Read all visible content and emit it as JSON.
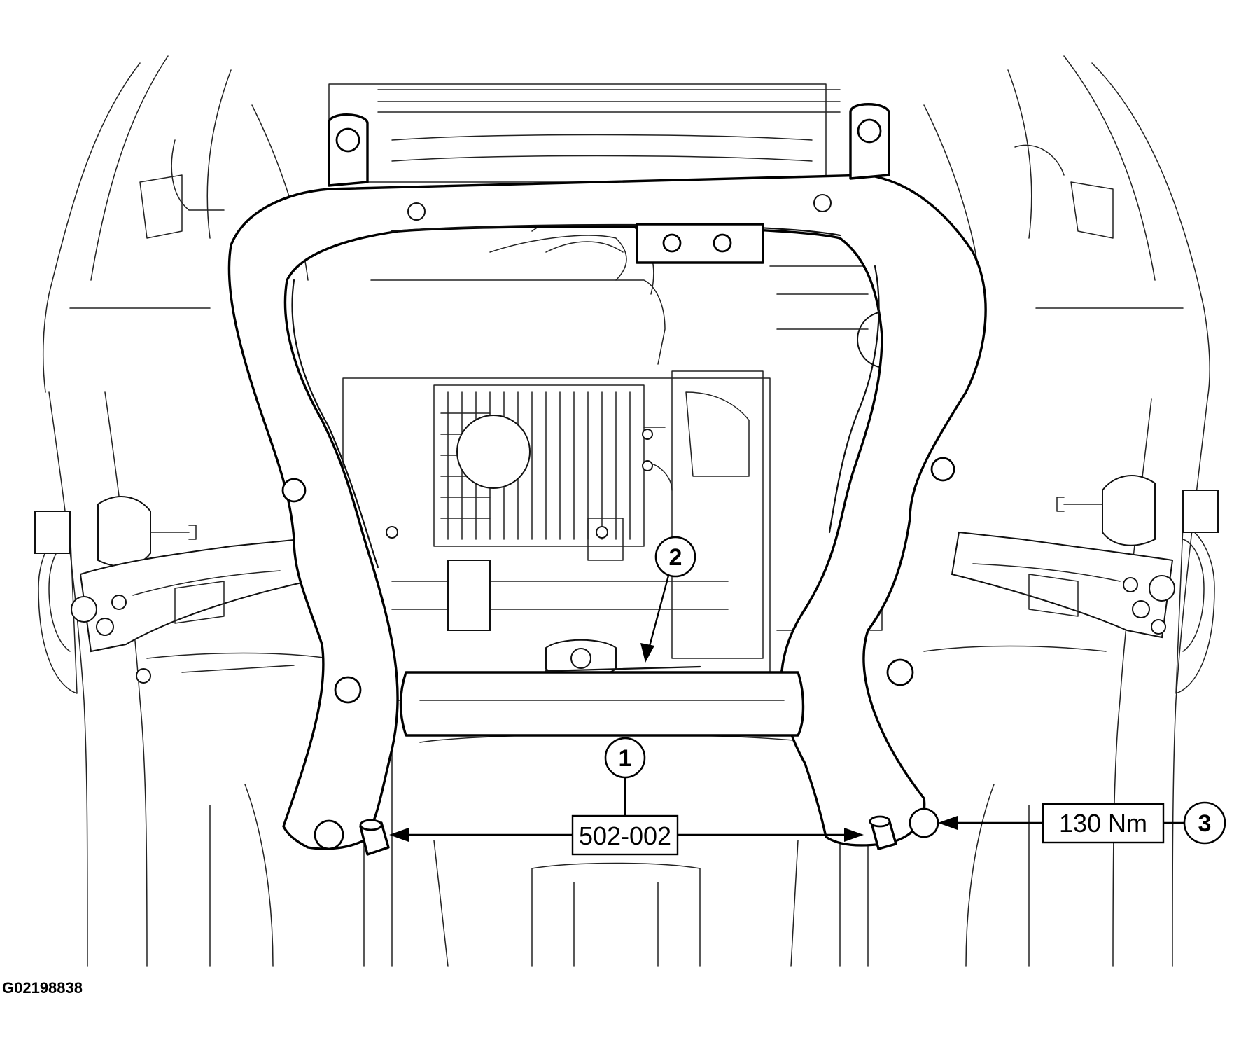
{
  "figure": {
    "id": "G02198838",
    "callouts": [
      {
        "number": "1",
        "text": "502-002"
      },
      {
        "number": "2",
        "text": ""
      },
      {
        "number": "3",
        "text": "130 Nm"
      }
    ]
  }
}
